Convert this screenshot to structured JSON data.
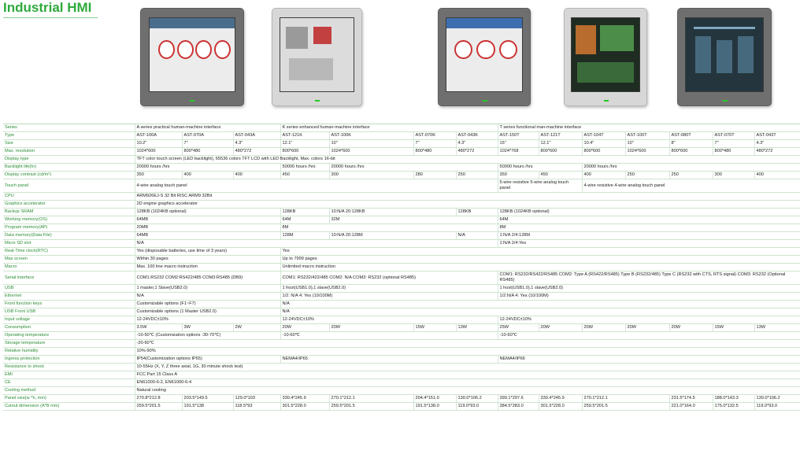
{
  "page_title": "Industrial HMI",
  "rows": [
    {
      "label": "Series",
      "cells": [
        {
          "text": "A series practical human-machine interface",
          "span": 3
        },
        {
          "text": "K series enhanced human-machine interface",
          "span": 5
        },
        {
          "text": "T series functional man-machine interface",
          "span": 8
        }
      ]
    },
    {
      "label": "Type",
      "cells": [
        {
          "text": "AST-100A"
        },
        {
          "text": "AST-070A"
        },
        {
          "text": "AST-043A"
        },
        {
          "text": "AST-121K"
        },
        {
          "text": "AST-100K",
          "span": 2
        },
        {
          "text": "AST-070K"
        },
        {
          "text": "AST-043K"
        },
        {
          "text": "AST-150T"
        },
        {
          "text": "AST-121T"
        },
        {
          "text": "AST-104T"
        },
        {
          "text": "AST-100T"
        },
        {
          "text": "AST-080T"
        },
        {
          "text": "AST-070T"
        },
        {
          "text": "AST-043T"
        }
      ]
    },
    {
      "label": "Size",
      "cells": [
        {
          "text": "10.2\""
        },
        {
          "text": "7\""
        },
        {
          "text": "4.3\""
        },
        {
          "text": "12.1\""
        },
        {
          "text": "10\"",
          "span": 2
        },
        {
          "text": "7\""
        },
        {
          "text": "4.3\""
        },
        {
          "text": "15\""
        },
        {
          "text": "12.1\""
        },
        {
          "text": "10.4\""
        },
        {
          "text": "10\""
        },
        {
          "text": "8\""
        },
        {
          "text": "7\""
        },
        {
          "text": "4.3\""
        }
      ]
    },
    {
      "label": "Max. resolution",
      "cells": [
        {
          "text": "1024*600"
        },
        {
          "text": "800*480"
        },
        {
          "text": "480*272"
        },
        {
          "text": "800*600"
        },
        {
          "text": "1024*600",
          "span": 2
        },
        {
          "text": "800*480"
        },
        {
          "text": "480*272"
        },
        {
          "text": "1024*768"
        },
        {
          "text": "800*600"
        },
        {
          "text": "800*600"
        },
        {
          "text": "1024*600"
        },
        {
          "text": "800*600"
        },
        {
          "text": "800*480"
        },
        {
          "text": "480*272"
        }
      ]
    },
    {
      "label": "Display type",
      "cells": [
        {
          "text": "TFT color touch screen (LED backlight), 65536 colors TFT LCD with LED Backlight, Max. colors 16-bit",
          "span": 16
        }
      ]
    },
    {
      "label": "Backlight life(hr)",
      "cells": [
        {
          "text": "20000 hours /hrs",
          "span": 3
        },
        {
          "text": "50000 hours /hrs"
        },
        {
          "text": "20000 hours /hrs",
          "span": 4
        },
        {
          "text": "50000 hours /hrs",
          "span": 2
        },
        {
          "text": "20000 hours /hrs",
          "span": 6
        }
      ]
    },
    {
      "label": "Display contrast (cd/m²)",
      "cells": [
        {
          "text": "350"
        },
        {
          "text": "400"
        },
        {
          "text": "400"
        },
        {
          "text": "450"
        },
        {
          "text": "300",
          "span": 2
        },
        {
          "text": "280"
        },
        {
          "text": "250"
        },
        {
          "text": "350"
        },
        {
          "text": "450"
        },
        {
          "text": "400"
        },
        {
          "text": "250"
        },
        {
          "text": "250"
        },
        {
          "text": "300"
        },
        {
          "text": "400"
        }
      ]
    },
    {
      "label": "Touch panel",
      "cells": [
        {
          "text": "4-wire analog touch panel",
          "span": 8
        },
        {
          "text": "5-wire resistive 5-wire analog touch panel",
          "span": 2,
          "wrap": true
        },
        {
          "text": "4-wire resistive 4-wire analog touch panel",
          "span": 6
        }
      ]
    },
    {
      "label": "CPU",
      "cells": [
        {
          "text": "ARM926EJ-S 32 Bit          RISC ARM9 32Bit",
          "span": 16
        }
      ]
    },
    {
      "label": "Graphics accelerator",
      "cells": [
        {
          "text": "2D engine graphics accelerator",
          "span": 16
        }
      ]
    },
    {
      "label": "Backup SRAM",
      "cells": [
        {
          "text": "128KB (1024KB optional)",
          "span": 3
        },
        {
          "text": "128KB"
        },
        {
          "text": "10:N/A     20:128KB",
          "span": 3
        },
        {
          "text": "128KB"
        },
        {
          "text": "128KB (1024KB optional)",
          "span": 8
        }
      ]
    },
    {
      "label": "Working memory(OS)",
      "cells": [
        {
          "text": "64MB",
          "span": 3
        },
        {
          "text": "64M"
        },
        {
          "text": "32M",
          "span": 4
        },
        {
          "text": "64M",
          "span": 7
        },
        {
          "text": "32M"
        }
      ]
    },
    {
      "label": "Program memory(AP)",
      "cells": [
        {
          "text": "20MB",
          "span": 3
        },
        {
          "text": "8M",
          "span": 5
        },
        {
          "text": "8M",
          "span": 8
        }
      ]
    },
    {
      "label": "Data memory(Data File)",
      "cells": [
        {
          "text": "64MB",
          "span": 3
        },
        {
          "text": "128M"
        },
        {
          "text": "10:N/A     20:128M",
          "span": 3
        },
        {
          "text": "N/A"
        },
        {
          "text": "1:N/A     2/4:128M",
          "span": 8
        }
      ]
    },
    {
      "label": "Micro SD slot",
      "cells": [
        {
          "text": "N/A",
          "span": 8
        },
        {
          "text": "1:N/A     2/4:Yes",
          "span": 8
        }
      ]
    },
    {
      "label": "Real-Time clock(RTC)",
      "cells": [
        {
          "text": "Yes (disposable batteries, use time of 3 years)",
          "span": 3
        },
        {
          "text": "Yes",
          "span": 13
        }
      ]
    },
    {
      "label": "Max screen",
      "cells": [
        {
          "text": "Within 30 pages",
          "span": 3
        },
        {
          "text": "Up to 7999 pages",
          "span": 13
        }
      ]
    },
    {
      "label": "Macro",
      "cells": [
        {
          "text": "Max. 100 line macro instruction",
          "span": 3
        },
        {
          "text": "Unlimited macro instruction",
          "span": 13
        }
      ]
    },
    {
      "label": "Serial interface",
      "cells": [
        {
          "text": "COM1:RS232 COM2:RS422/485 COM3:RS485 (DB9)",
          "span": 3,
          "wrap": true
        },
        {
          "text": "COM1: RS232/422/485 COM2: N/A COM3: RS232 (optional RS485)",
          "span": 5
        },
        {
          "text": "COM1: RS232/RS422/RS485 COM2: Type A (RS422/RS485) Type B (RS232/485) Type C (RS232 with CTS, RTS signal) COM3: RS232 (Optional RS485)",
          "span": 8,
          "wrap": true
        }
      ]
    },
    {
      "label": "USB",
      "cells": [
        {
          "text": "1 master,1 Slave(USB2.0)",
          "span": 3
        },
        {
          "text": "1 host(USB1.0),1 slave(USB2.0)",
          "span": 5
        },
        {
          "text": "1 host(USB1.0),1 slave(USB2.0)",
          "span": 8
        }
      ]
    },
    {
      "label": "Ethernet",
      "cells": [
        {
          "text": "N/A",
          "span": 3
        },
        {
          "text": "1/2: N/A 4: Yes (10/100M)",
          "span": 5
        },
        {
          "text": "1/2:N/A     4: Yes (10/100M)",
          "span": 8
        }
      ]
    },
    {
      "label": "Front function keys",
      "cells": [
        {
          "text": "Customizable options (F1~F7)",
          "span": 3
        },
        {
          "text": "N/A",
          "span": 13
        }
      ]
    },
    {
      "label": "USB Front USB",
      "cells": [
        {
          "text": "Customizable options (1 Master USB2.0)",
          "span": 3
        },
        {
          "text": "N/A",
          "span": 13
        }
      ]
    },
    {
      "label": "Input voltage",
      "cells": [
        {
          "text": "12-24VDC±10%",
          "span": 3
        },
        {
          "text": "12-24VDC±10%",
          "span": 5
        },
        {
          "text": "12-24VDC±10%",
          "span": 8
        }
      ]
    },
    {
      "label": "Consumption",
      "cells": [
        {
          "text": "3.5W"
        },
        {
          "text": "3W"
        },
        {
          "text": "2W"
        },
        {
          "text": "20W"
        },
        {
          "text": "20W",
          "span": 2
        },
        {
          "text": "15W"
        },
        {
          "text": "13W"
        },
        {
          "text": "25W"
        },
        {
          "text": "20W"
        },
        {
          "text": "20W"
        },
        {
          "text": "20W"
        },
        {
          "text": "20W"
        },
        {
          "text": "15W"
        },
        {
          "text": "13W"
        }
      ]
    },
    {
      "label": "Operating temperature",
      "cells": [
        {
          "text": "-10-50℃ (Customization options -30-70℃)",
          "span": 3
        },
        {
          "text": "-10-60℃",
          "span": 5
        },
        {
          "text": "-10-60℃",
          "span": 8
        }
      ]
    },
    {
      "label": "Storage temperature",
      "cells": [
        {
          "text": "-20-60℃",
          "span": 16
        }
      ]
    },
    {
      "label": "Relative humidity",
      "cells": [
        {
          "text": "10%-90%",
          "span": 16
        }
      ]
    },
    {
      "label": "Ingress protection",
      "cells": [
        {
          "text": "IP54(Customization options IP65)",
          "span": 3
        },
        {
          "text": "NEMA4/IP65",
          "span": 5
        },
        {
          "text": "NEMA4/IP66",
          "span": 8
        }
      ]
    },
    {
      "label": "Resistance to shock",
      "cells": [
        {
          "text": "10-55Hz (X, Y, Z three axial, 1G, 30 minute shock test)",
          "span": 16
        }
      ]
    },
    {
      "label": "EMI",
      "cells": [
        {
          "text": "FCC Part 15 Class A",
          "span": 16
        }
      ]
    },
    {
      "label": "CE",
      "cells": [
        {
          "text": "EN61000-6-2, EN61000-6-4",
          "span": 16
        }
      ]
    },
    {
      "label": "Cooling method",
      "cells": [
        {
          "text": "Natural cooling",
          "span": 16
        }
      ]
    },
    {
      "label": "Panel size(w *h, mm)",
      "cells": [
        {
          "text": "270.8*212.8"
        },
        {
          "text": "203.5*149.5"
        },
        {
          "text": "129.0*103"
        },
        {
          "text": "330.4*245.9"
        },
        {
          "text": "270.1*212.1",
          "span": 2
        },
        {
          "text": "204.4*151.0"
        },
        {
          "text": "130.0*106.2"
        },
        {
          "text": "399.1*297.6"
        },
        {
          "text": "330.4*245.9"
        },
        {
          "text": "270.1*212.1",
          "span": 2
        },
        {
          "text": "231.5*174.5"
        },
        {
          "text": "188.0*143.3"
        },
        {
          "text": "130.0*106.2"
        }
      ]
    },
    {
      "label": "Cutout dimension (A*B mm)",
      "cells": [
        {
          "text": "259.5*201.5"
        },
        {
          "text": "191.5*138"
        },
        {
          "text": "118.5*93"
        },
        {
          "text": "301.5*228.0"
        },
        {
          "text": "259.5*201.5",
          "span": 2
        },
        {
          "text": "191.5*138.0"
        },
        {
          "text": "119.0*93.0"
        },
        {
          "text": "384.5*283.0"
        },
        {
          "text": "301.5*228.0"
        },
        {
          "text": "259.5*201.5",
          "span": 2
        },
        {
          "text": "221.0*164.0"
        },
        {
          "text": "175.0*132.5"
        },
        {
          "text": "119.0*93.0"
        }
      ]
    }
  ]
}
